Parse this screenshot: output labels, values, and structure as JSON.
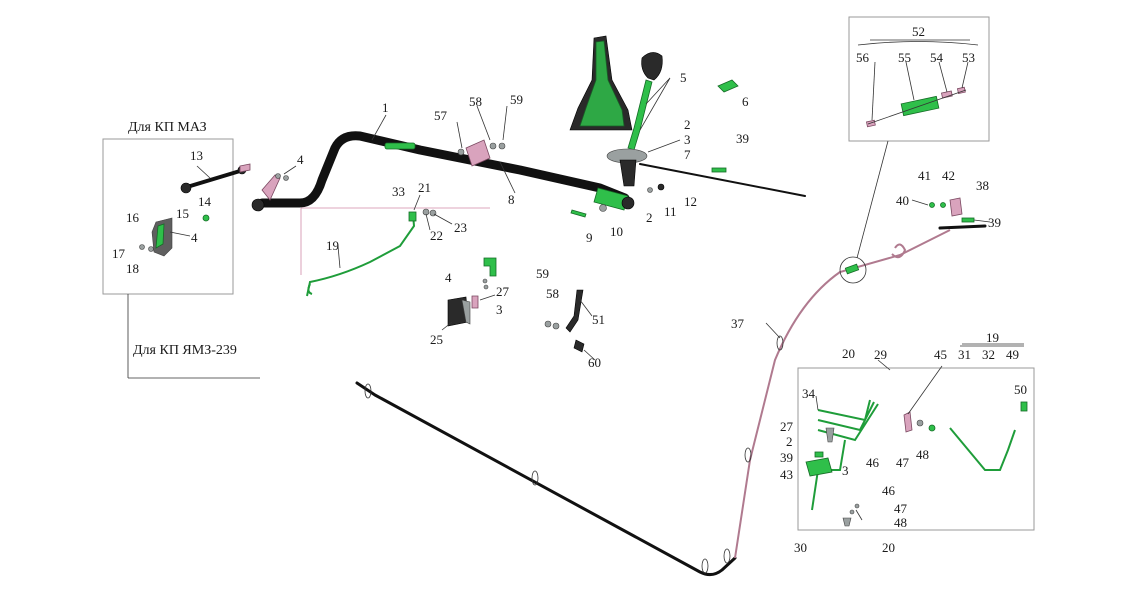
{
  "captions": {
    "maz": "Для КП МАЗ",
    "yamz": "Для КП ЯМЗ-239"
  },
  "labels": {
    "n1": "1",
    "n2a": "2",
    "n3a": "3",
    "n7": "7",
    "n5": "5",
    "n6": "6",
    "n39a": "39",
    "n57": "57",
    "n58a": "58",
    "n59a": "59",
    "n8": "8",
    "n2b": "2",
    "n11": "11",
    "n12": "12",
    "n9": "9",
    "n10": "10",
    "n13": "13",
    "n4a": "4",
    "n14": "14",
    "n15": "15",
    "n16": "16",
    "n4b": "4",
    "n17": "17",
    "n18": "18",
    "n33": "33",
    "n21": "21",
    "n22": "22",
    "n23": "23",
    "n19a": "19",
    "n4c": "4",
    "n27a": "27",
    "n3b": "3",
    "n25": "25",
    "n59b": "59",
    "n58b": "58",
    "n51": "51",
    "n60": "60",
    "n52": "52",
    "n56": "56",
    "n55": "55",
    "n54": "54",
    "n53": "53",
    "n41": "41",
    "n42": "42",
    "n38": "38",
    "n40": "40",
    "n39b": "39",
    "n37": "37",
    "n20a": "20",
    "n29": "29",
    "n19b": "19",
    "n45": "45",
    "n31": "31",
    "n32": "32",
    "n49": "49",
    "n50": "50",
    "n34": "34",
    "n27b": "27",
    "n2c": "2",
    "n39c": "39",
    "n3c": "3",
    "n43": "43",
    "n46a": "46",
    "n47a": "47",
    "n48a": "48",
    "n46b": "46",
    "n47b": "47",
    "n48b": "48",
    "n20b": "20",
    "n30": "30"
  },
  "colors": {
    "part_green": "#2fbf4a",
    "part_pink": "#d9a3bd",
    "rod_black": "#111111",
    "cable_pink": "#b07a8f"
  }
}
